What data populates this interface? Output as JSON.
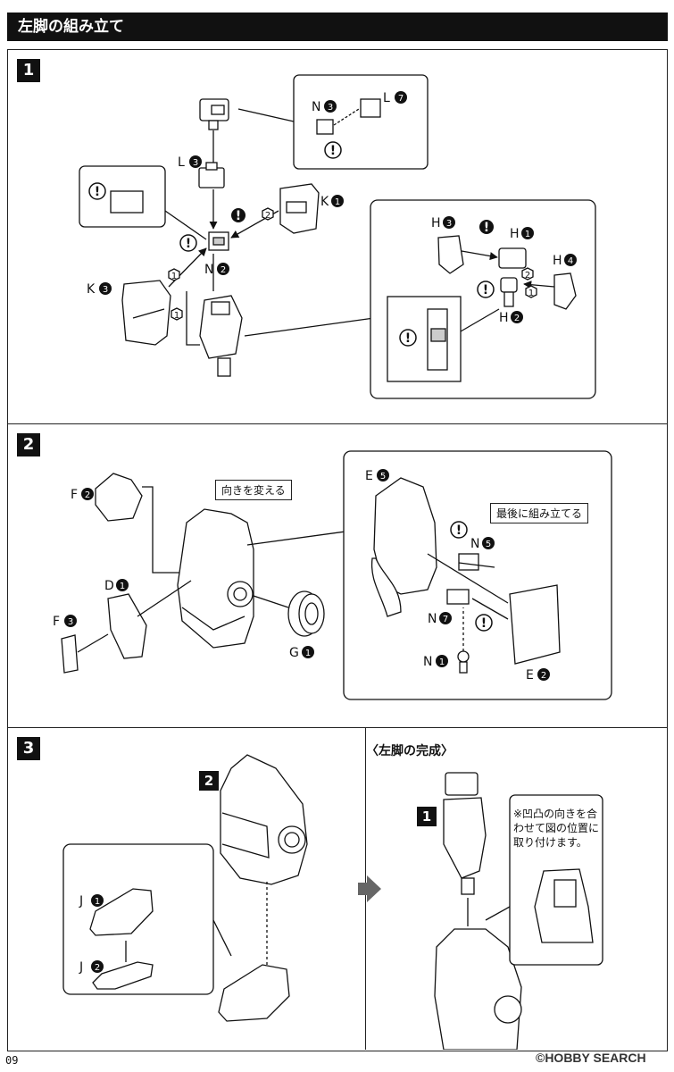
{
  "header": {
    "title": "左脚の組み立て"
  },
  "steps": {
    "s1": "1",
    "s2": "2",
    "s3": "3"
  },
  "step1": {
    "labels": {
      "L3": "L",
      "N2": "N",
      "K1": "K",
      "K3": "K",
      "N3": "N",
      "L7": "L",
      "H3": "H",
      "H1": "H",
      "H4": "H",
      "H2": "H"
    },
    "nums": {
      "L3": "3",
      "N2": "2",
      "K1": "1",
      "K3": "3",
      "N3": "3",
      "L7": "7",
      "H3": "3",
      "H1": "1",
      "H4": "4",
      "H2": "2"
    },
    "order": {
      "a": "1",
      "b": "2",
      "c": "1",
      "d": "2",
      "e": "1"
    }
  },
  "step2": {
    "labels": {
      "F2": "F",
      "D1": "D",
      "F3": "F",
      "G1": "G",
      "E5": "E",
      "N5": "N",
      "N7": "N",
      "N1": "N",
      "E2": "E"
    },
    "nums": {
      "F2": "2",
      "D1": "1",
      "F3": "3",
      "G1": "1",
      "E5": "5",
      "N5": "5",
      "N7": "7",
      "N1": "1",
      "E2": "2"
    },
    "tag_turn": "向きを変える",
    "tag_last": "最後に組み立てる"
  },
  "step3": {
    "labels": {
      "J1": "J",
      "J2": "J"
    },
    "nums": {
      "J1": "1",
      "J2": "2"
    },
    "ref2": "2",
    "done_title": "〈左脚の完成〉",
    "ref1": "1",
    "note": "※凹凸の向きを合わせて図の位置に取り付けます。"
  },
  "footer": {
    "page": "09",
    "watermark": "©HOBBY SEARCH"
  }
}
